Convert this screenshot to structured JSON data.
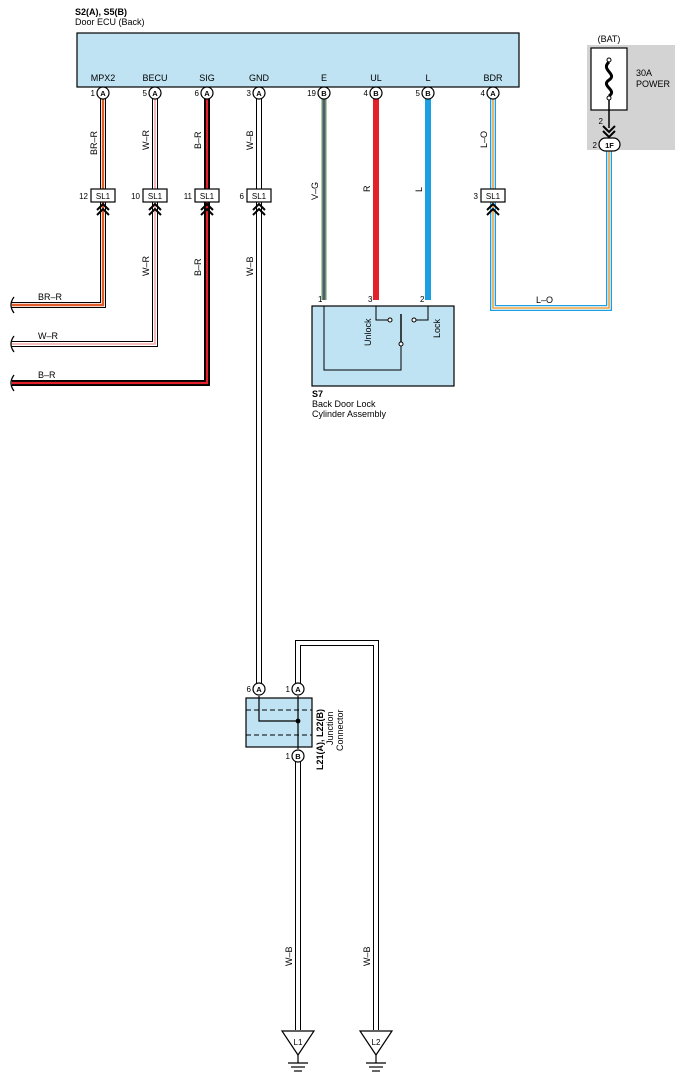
{
  "ecu": {
    "title": "S2(A), S5(B)",
    "subtitle": "Door ECU (Back)",
    "terminals": [
      {
        "name": "MPX2",
        "pin": "1",
        "conn": "A"
      },
      {
        "name": "BECU",
        "pin": "5",
        "conn": "A"
      },
      {
        "name": "SIG",
        "pin": "6",
        "conn": "A"
      },
      {
        "name": "GND",
        "pin": "3",
        "conn": "A"
      },
      {
        "name": "E",
        "pin": "19",
        "conn": "B"
      },
      {
        "name": "UL",
        "pin": "4",
        "conn": "B"
      },
      {
        "name": "L",
        "pin": "5",
        "conn": "B"
      },
      {
        "name": "BDR",
        "pin": "4",
        "conn": "A"
      }
    ]
  },
  "wire_labels": {
    "mpx2": "BR–R",
    "becu": "W–R",
    "sig": "B–R",
    "gnd": "W–B",
    "e": "V–G",
    "ul": "R",
    "l": "L",
    "bdr": "L–O",
    "bdr_lower": "L–O"
  },
  "sl_connectors": [
    {
      "pin": "12",
      "label": "SL1"
    },
    {
      "pin": "10",
      "label": "SL1"
    },
    {
      "pin": "11",
      "label": "SL1"
    },
    {
      "pin": "6",
      "label": "SL1"
    },
    {
      "pin": "3",
      "label": "SL1"
    }
  ],
  "left_leads": [
    {
      "label": "BR–R"
    },
    {
      "label": "W–R"
    },
    {
      "label": "B–R"
    }
  ],
  "lower_wire_labels": {
    "becu": "W–R",
    "sig": "B–R",
    "gnd": "W–B"
  },
  "battery": {
    "source": "(BAT)",
    "fuse_rating": "30A",
    "fuse_name": "POWER",
    "pin_top": "2",
    "pin_bottom": "2",
    "connector": "1F"
  },
  "switch": {
    "code": "S7",
    "name_line1": "Back Door Lock",
    "name_line2": "Cylinder Assembly",
    "pin_e": "1",
    "pin_ul": "3",
    "pin_l": "2",
    "unlock": "Unlock",
    "lock": "Lock"
  },
  "junction": {
    "code": "L21(A), L22(B)",
    "name_line1": "Junction",
    "name_line2": "Connector",
    "pin_left": "6",
    "pin_left_conn": "A",
    "pin_right": "1",
    "pin_right_conn": "A",
    "pin_bottom": "1",
    "pin_bottom_conn": "B"
  },
  "grounds": [
    {
      "wire": "W–B",
      "label": "L1"
    },
    {
      "wire": "W–B",
      "label": "L2"
    }
  ],
  "colors": {
    "ecu_fill": "#bfe3f2",
    "battery_fill": "#d3d3d3",
    "wire_red": "#e4202b",
    "wire_blue": "#1aa0e0",
    "wire_orange": "#f0a040",
    "wire_violet": "#7a3fa0",
    "wire_green": "#4aa84a"
  }
}
